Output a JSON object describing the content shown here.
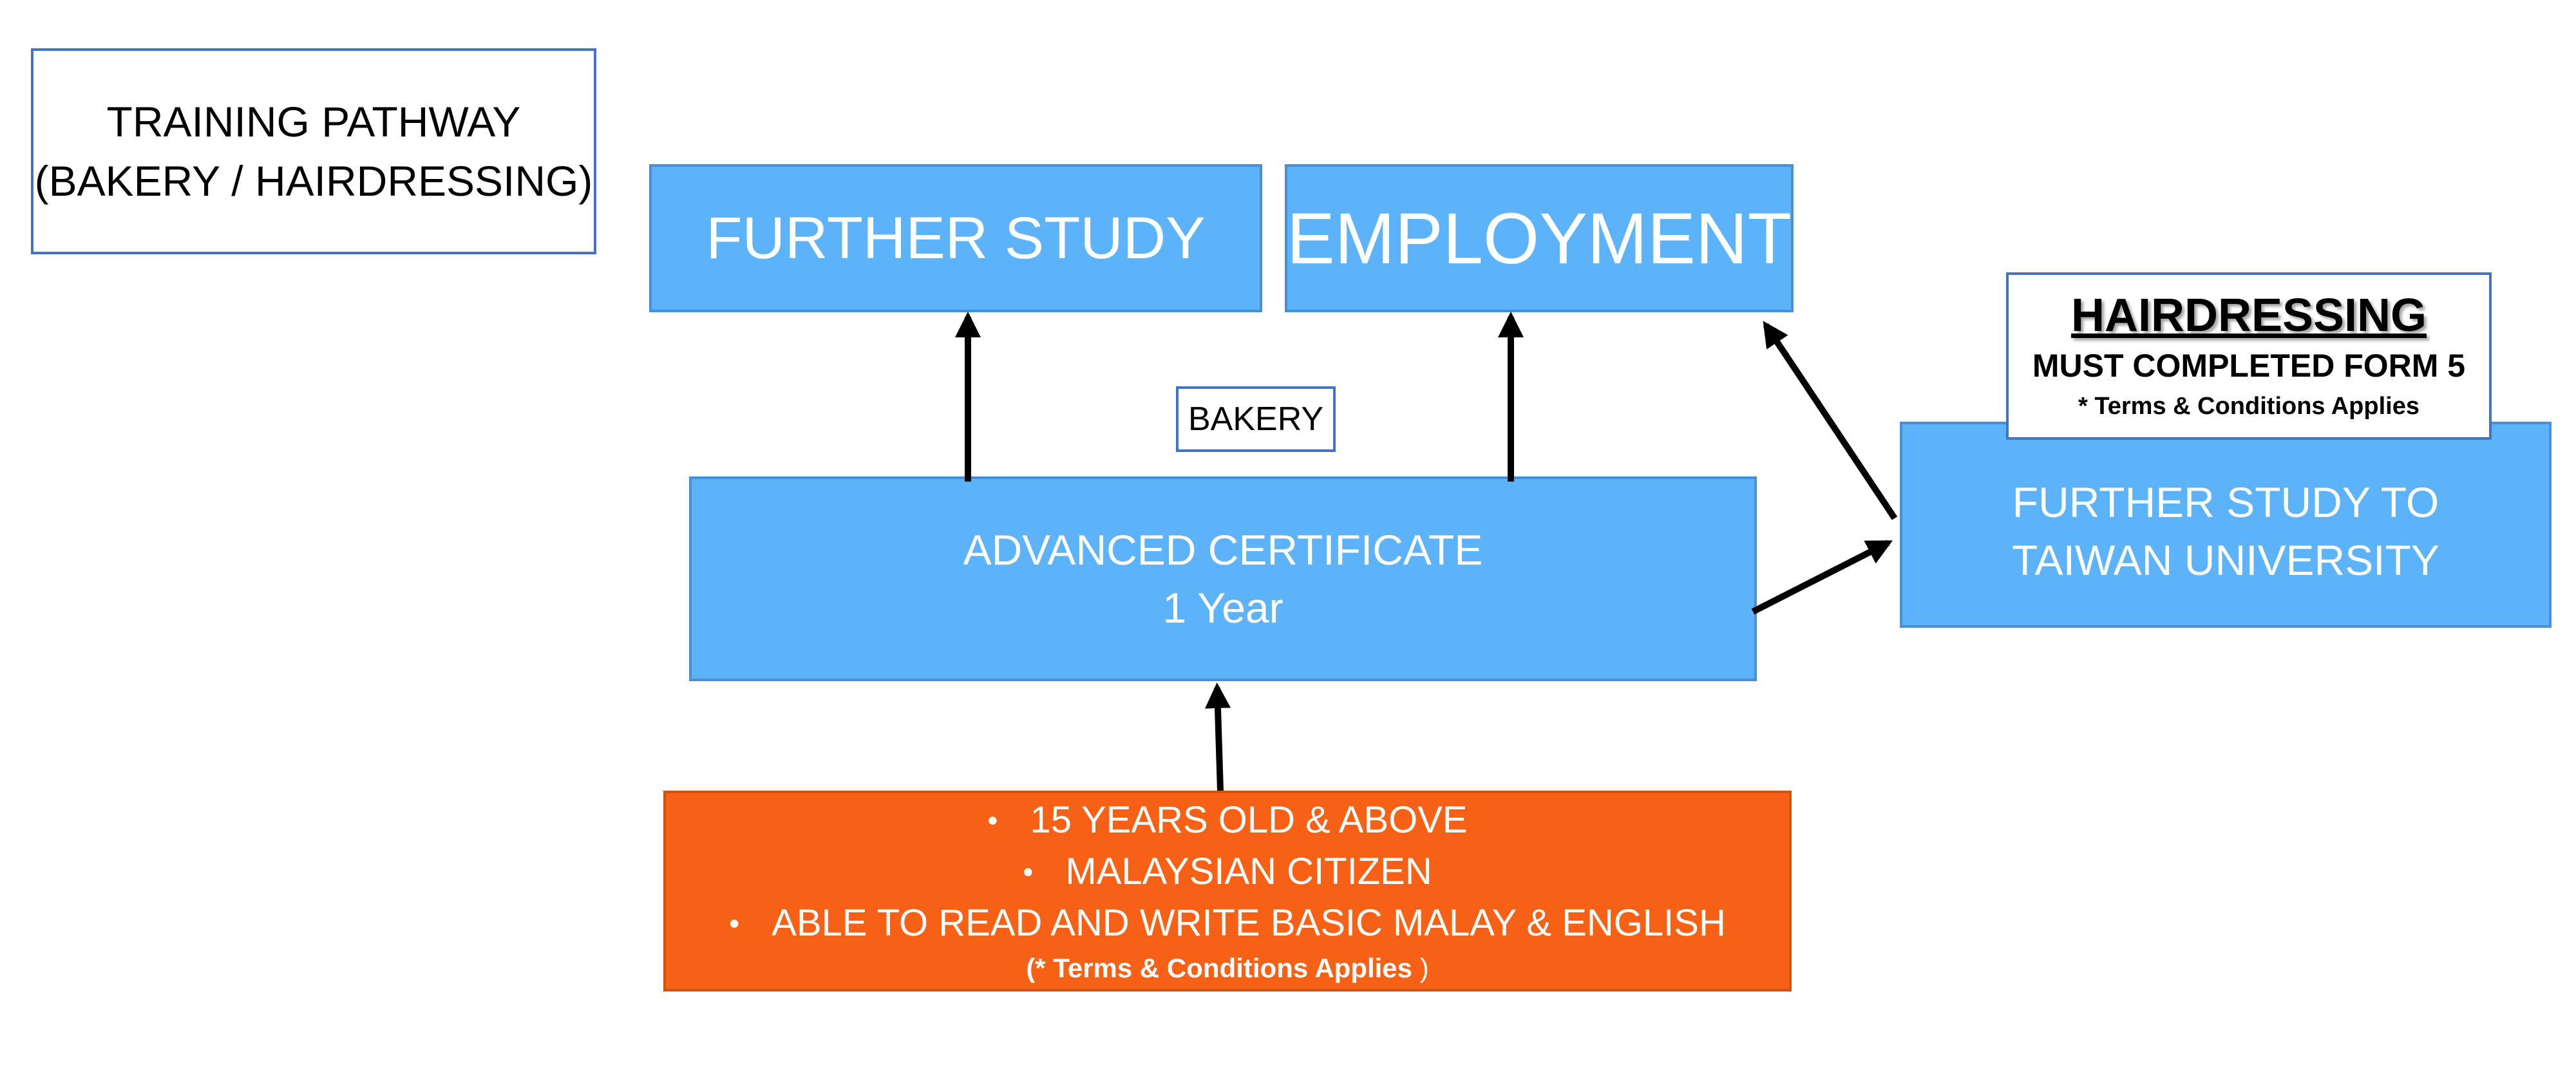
{
  "title_box": {
    "line1": "TRAINING PATHWAY",
    "line2": "(BAKERY / HAIRDRESSING)"
  },
  "further_study": {
    "label": "FURTHER STUDY"
  },
  "employment": {
    "label": "EMPLOYMENT"
  },
  "bakery_tag": {
    "label": "BAKERY"
  },
  "advanced_certificate": {
    "line1": "ADVANCED CERTIFICATE",
    "line2": "1 Year"
  },
  "taiwan": {
    "line1": "FURTHER STUDY TO",
    "line2": "TAIWAN UNIVERSITY"
  },
  "hairdressing_note": {
    "title": "HAIRDRESSING",
    "line1": "MUST COMPLETED FORM 5",
    "line2": "* Terms & Conditions Applies"
  },
  "requirements": {
    "bullet": "•",
    "items": [
      "15 YEARS OLD  & ABOVE",
      "MALAYSIAN CITIZEN",
      "ABLE TO READ AND WRITE BASIC MALAY & ENGLISH"
    ],
    "note_bold": "(* Terms & Conditions Applies",
    "note_end": " )"
  },
  "colors": {
    "box_blue": "#5DB3FA",
    "orange": "#F76115",
    "outline_blue": "#4472C4",
    "arrow": "#000000"
  }
}
